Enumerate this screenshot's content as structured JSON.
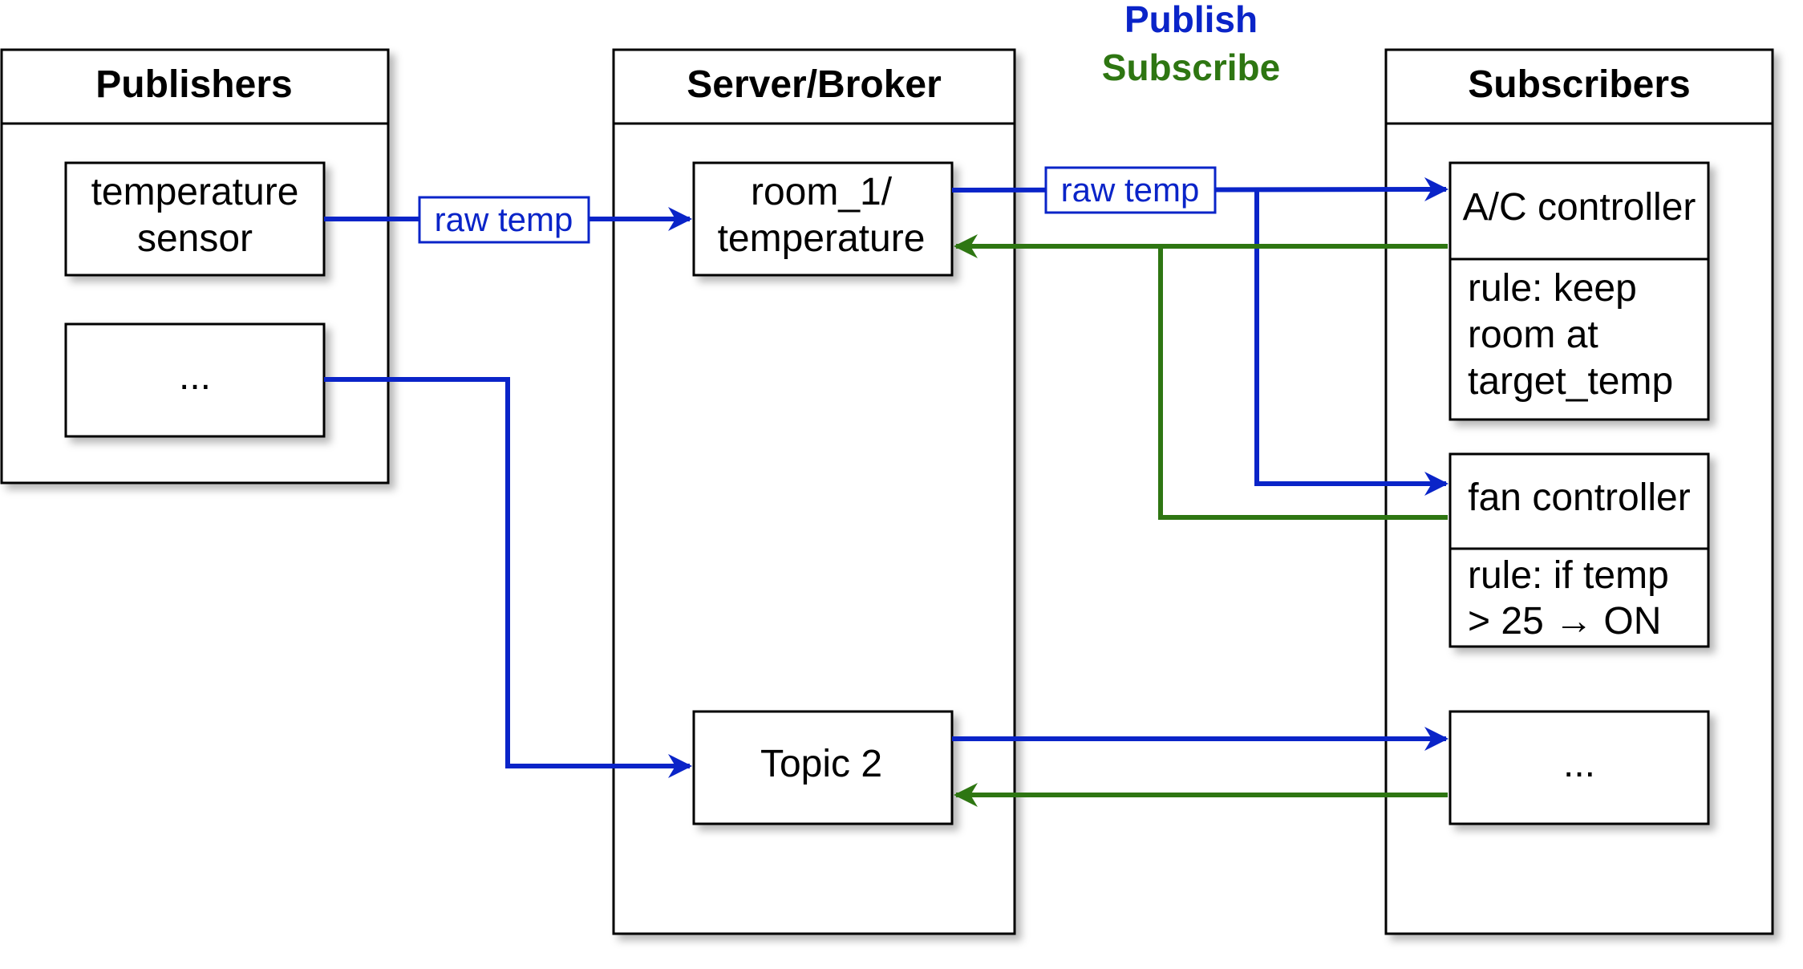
{
  "colors": {
    "publish": "#0a24c8",
    "subscribe": "#2e7612",
    "stroke": "#000000"
  },
  "legend": {
    "publish": "Publish",
    "subscribe": "Subscribe"
  },
  "lanes": {
    "publishers": "Publishers",
    "broker": "Server/Broker",
    "subscribers": "Subscribers"
  },
  "publishers": {
    "temperature_sensor": [
      "temperature",
      "sensor"
    ],
    "other": "..."
  },
  "topics": {
    "room_temperature": [
      "room_1/",
      "temperature"
    ],
    "topic2": "Topic 2"
  },
  "subscribers": {
    "ac_controller": {
      "name": "A/C controller",
      "rule": [
        "rule: keep",
        "room at",
        "target_temp"
      ]
    },
    "fan_controller": {
      "name": "fan controller",
      "rule": [
        "rule: if temp",
        "> 25 → ON"
      ]
    },
    "other": "..."
  },
  "edge_labels": {
    "sensor_to_topic": "raw temp",
    "topic_to_subscribers": "raw temp"
  }
}
